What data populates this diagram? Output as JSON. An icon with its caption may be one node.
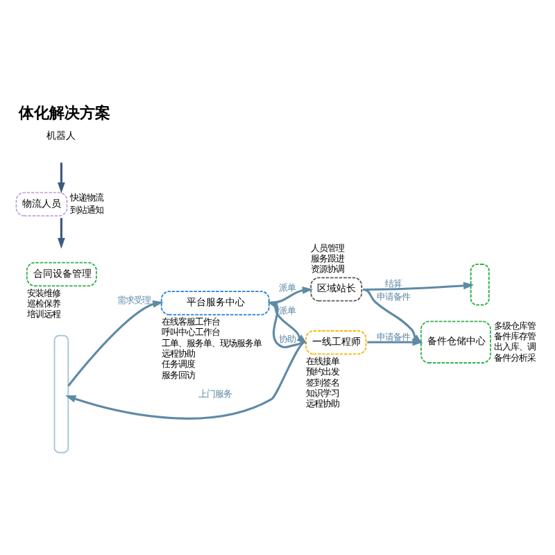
{
  "diagram": {
    "title": "体化解决方案",
    "nodes": [
      {
        "text": [],
        "shape": "box"
      },
      {
        "text": [
          "平台服务中心"
        ],
        "beside": [
          "在线客服工作台",
          "呼叫中心工作台",
          "工单、服务单、现场服务单",
          "远程协助",
          "任务调度",
          "服务回访"
        ]
      },
      {
        "text": [
          "区域站长"
        ],
        "beside": [
          "人员管理",
          "服务跟进",
          "资源协调"
        ]
      },
      {
        "text": [],
        "shape": "box"
      },
      {
        "text": [
          "合同设备管理"
        ],
        "beside": [
          "安装维修",
          "巡检保养",
          "培训远程"
        ]
      },
      {
        "text": [
          "一线工程师"
        ],
        "beside": [
          "在线接单",
          "预约出发",
          "签到签名",
          "知识学习",
          "远程协助"
        ]
      },
      {
        "text": [
          "备件仓储中心"
        ],
        "beside": [
          "多级仓库管",
          "备件库存管",
          "出入库、调",
          "备件分析采"
        ]
      },
      {
        "text": [
          "物流人员"
        ],
        "beside": [
          "快递物流",
          "到站通知"
        ]
      }
    ],
    "edges": [
      {
        "from": 0,
        "to": 1,
        "arrow": "to",
        "label": "需求受理"
      },
      {
        "from": 1,
        "to": 2,
        "arrow": "to",
        "label": "派单"
      },
      {
        "from": 2,
        "to": 3,
        "arrow": "to",
        "label": "结算"
      },
      {
        "from": 2,
        "to": 6,
        "arrow": "to",
        "label": "申请备件"
      },
      {
        "from": 1,
        "to": 5,
        "arrow": "to",
        "label": "派单"
      },
      {
        "from": 5,
        "to": 1,
        "arrow": "to",
        "label": "协助"
      },
      {
        "from": 5,
        "to": 6,
        "arrow": "to",
        "label": "申请备件"
      },
      {
        "from": 5,
        "to": 0,
        "arrow": "to",
        "label": "上门服务"
      },
      {
        "from": 7,
        "to": null,
        "arrow": "to",
        "color": "#3d5a80"
      },
      {
        "from": null,
        "to": 7,
        "arrow": "to",
        "color": "#3d5a80"
      }
    ],
    "labels": [
      "机器人"
    ]
  }
}
